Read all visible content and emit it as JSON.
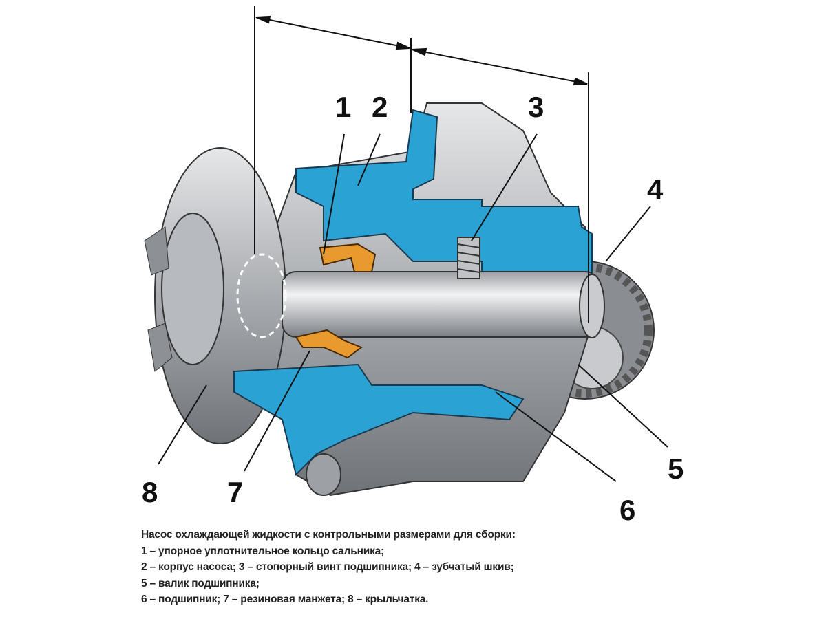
{
  "labels": [
    "1",
    "2",
    "3",
    "4",
    "5",
    "6",
    "7",
    "8"
  ],
  "caption": {
    "title": "Насос охлаждающей жидкости с контрольными размерами для сборки:",
    "lines": [
      "1 – упорное уплотнительное кольцо сальника;",
      "2 – корпус насоса; 3 – стопорный винт подшипника; 4 – зубчатый шкив;",
      "5 – валик  подшипника;",
      "6 – подшипник; 7 – резиновая манжета; 8 – крыльчатка."
    ]
  },
  "colors": {
    "section": "#2aa3d4",
    "metal": "#b9bcc0",
    "seal": "#e89a2e"
  }
}
